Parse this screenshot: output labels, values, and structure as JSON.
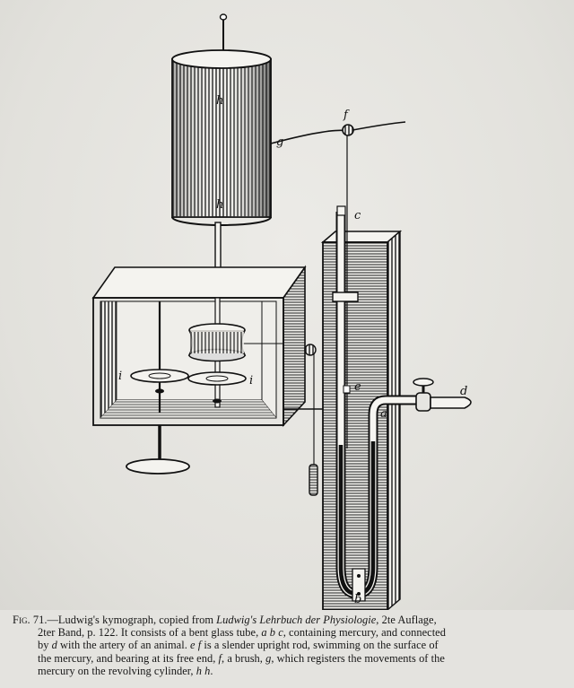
{
  "figure": {
    "labels": {
      "h_top": "h",
      "h_bottom": "h",
      "g": "g",
      "f": "f",
      "c": "c",
      "e": "e",
      "d": "d",
      "a": "a",
      "b": "b",
      "i_left": "i",
      "i_right": "i"
    }
  },
  "caption": {
    "fig_prefix": "Fig. 71.",
    "line1_a": "—Ludwig's kymograph, copied from ",
    "line1_book": "Ludwig's Lehrbuch der Physiologie",
    "line1_b": ", 2te Auflage,",
    "line2_a": "2ter Band, p. 122.  It consists of a bent glass tube, ",
    "line2_abc": "a b c",
    "line2_b": ", containing mercury, and connected",
    "line3_a": "by ",
    "line3_d": "d",
    "line3_b": " with the artery of an animal.  ",
    "line3_ef": "e f",
    "line3_c": " is a slender upright rod, swimming on the surface of",
    "line4": "the mercury, and bearing at its free end, ",
    "line4_f": "f",
    "line4_b": ", a brush, ",
    "line4_g": "g",
    "line4_c": ", which registers the movements of the",
    "line5_a": "mercury on the revolving cylinder, ",
    "line5_hh": "h h",
    "line5_b": "."
  }
}
